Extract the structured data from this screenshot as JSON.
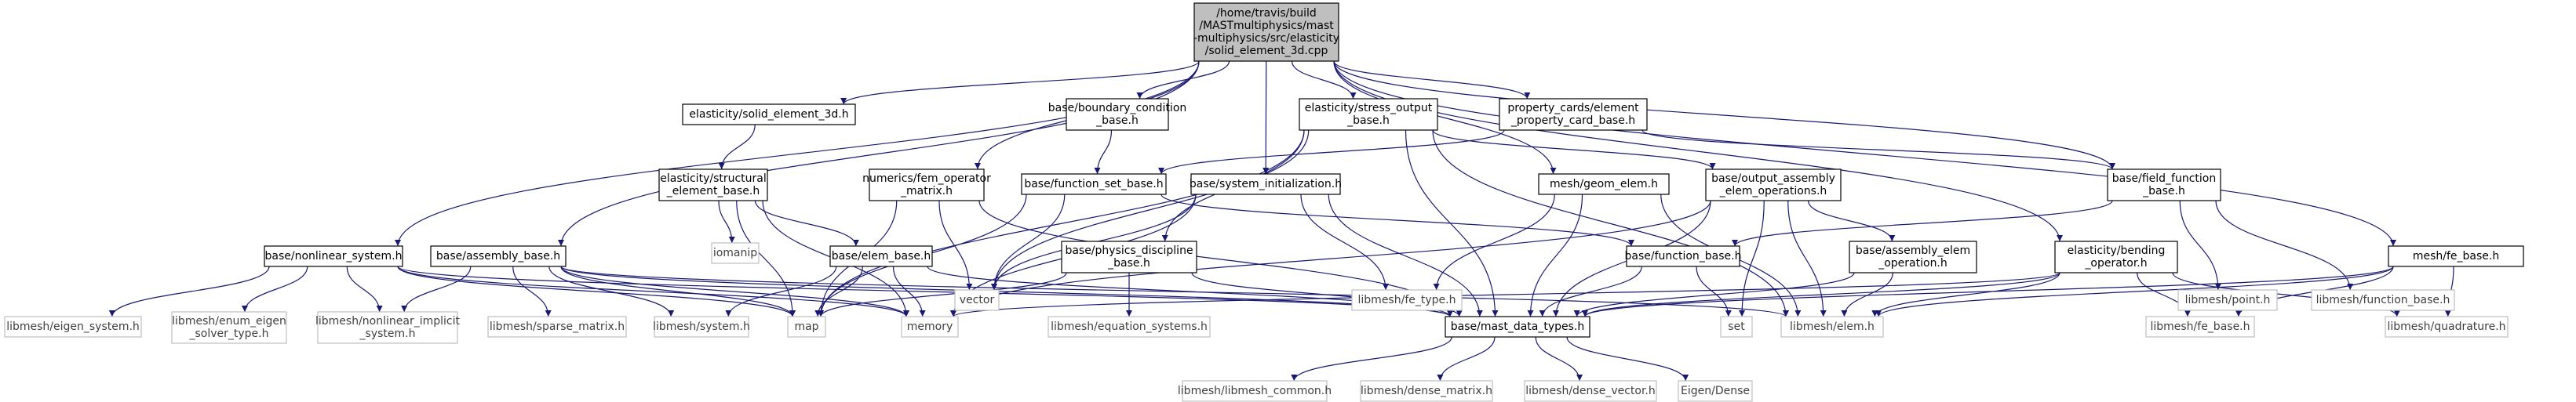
{
  "nodes": [
    {
      "id": "root",
      "kind": "root",
      "lines": [
        "/home/travis/build",
        "/MASTmultiphysics/mast",
        "-multiphysics/src/elasticity",
        "/solid_element_3d.cpp"
      ]
    },
    {
      "id": "solid3d",
      "kind": "internal",
      "lines": [
        "elasticity/solid_element_3d.h"
      ]
    },
    {
      "id": "bcbase",
      "kind": "internal",
      "lines": [
        "base/boundary_condition",
        "_base.h"
      ]
    },
    {
      "id": "stressout",
      "kind": "internal",
      "lines": [
        "elasticity/stress_output",
        "_base.h"
      ]
    },
    {
      "id": "propcard",
      "kind": "internal",
      "lines": [
        "property_cards/element",
        "_property_card_base.h"
      ]
    },
    {
      "id": "structbase",
      "kind": "internal",
      "lines": [
        "elasticity/structural",
        "_element_base.h"
      ]
    },
    {
      "id": "femop",
      "kind": "internal",
      "lines": [
        "numerics/fem_operator",
        "_matrix.h"
      ]
    },
    {
      "id": "funcset",
      "kind": "internal",
      "lines": [
        "base/function_set_base.h"
      ]
    },
    {
      "id": "sysinit",
      "kind": "internal",
      "lines": [
        "base/system_initialization.h"
      ]
    },
    {
      "id": "geomelem",
      "kind": "internal",
      "lines": [
        "mesh/geom_elem.h"
      ]
    },
    {
      "id": "outassm",
      "kind": "internal",
      "lines": [
        "base/output_assembly",
        "_elem_operations.h"
      ]
    },
    {
      "id": "fieldfn",
      "kind": "internal",
      "lines": [
        "base/field_function",
        "_base.h"
      ]
    },
    {
      "id": "nonlin",
      "kind": "internal",
      "lines": [
        "base/nonlinear_system.h"
      ]
    },
    {
      "id": "assmbase",
      "kind": "internal",
      "lines": [
        "base/assembly_base.h"
      ]
    },
    {
      "id": "elembase",
      "kind": "internal",
      "lines": [
        "base/elem_base.h"
      ]
    },
    {
      "id": "physdisc",
      "kind": "internal",
      "lines": [
        "base/physics_discipline",
        "_base.h"
      ]
    },
    {
      "id": "funcbase",
      "kind": "internal",
      "lines": [
        "base/function_base.h"
      ]
    },
    {
      "id": "assmelemop",
      "kind": "internal",
      "lines": [
        "base/assembly_elem",
        "_operation.h"
      ]
    },
    {
      "id": "bending",
      "kind": "internal",
      "lines": [
        "elasticity/bending",
        "_operator.h"
      ]
    },
    {
      "id": "febase",
      "kind": "internal",
      "lines": [
        "mesh/fe_base.h"
      ]
    },
    {
      "id": "mastdt",
      "kind": "internal",
      "lines": [
        "base/mast_data_types.h"
      ]
    },
    {
      "id": "iomanip",
      "kind": "external",
      "lines": [
        "iomanip"
      ]
    },
    {
      "id": "vector",
      "kind": "external",
      "lines": [
        "vector"
      ]
    },
    {
      "id": "lfetype",
      "kind": "external",
      "lines": [
        "libmesh/fe_type.h"
      ]
    },
    {
      "id": "lpoint",
      "kind": "external",
      "lines": [
        "libmesh/point.h"
      ]
    },
    {
      "id": "lfuncbase",
      "kind": "external",
      "lines": [
        "libmesh/function_base.h"
      ]
    },
    {
      "id": "leigen",
      "kind": "external",
      "lines": [
        "libmesh/eigen_system.h"
      ]
    },
    {
      "id": "lenum",
      "kind": "external",
      "lines": [
        "libmesh/enum_eigen",
        "_solver_type.h"
      ]
    },
    {
      "id": "lnonimp",
      "kind": "external",
      "lines": [
        "libmesh/nonlinear_implicit",
        "_system.h"
      ]
    },
    {
      "id": "lsparse",
      "kind": "external",
      "lines": [
        "libmesh/sparse_matrix.h"
      ]
    },
    {
      "id": "lsystem",
      "kind": "external",
      "lines": [
        "libmesh/system.h"
      ]
    },
    {
      "id": "map",
      "kind": "external",
      "lines": [
        "map"
      ]
    },
    {
      "id": "memory",
      "kind": "external",
      "lines": [
        "memory"
      ]
    },
    {
      "id": "leqsys",
      "kind": "external",
      "lines": [
        "libmesh/equation_systems.h"
      ]
    },
    {
      "id": "set",
      "kind": "external",
      "lines": [
        "set"
      ]
    },
    {
      "id": "lelem",
      "kind": "external",
      "lines": [
        "libmesh/elem.h"
      ]
    },
    {
      "id": "lfebase",
      "kind": "external",
      "lines": [
        "libmesh/fe_base.h"
      ]
    },
    {
      "id": "lquad",
      "kind": "external",
      "lines": [
        "libmesh/quadrature.h"
      ]
    },
    {
      "id": "lcommon",
      "kind": "external",
      "lines": [
        "libmesh/libmesh_common.h"
      ]
    },
    {
      "id": "ldmatrix",
      "kind": "external",
      "lines": [
        "libmesh/dense_matrix.h"
      ]
    },
    {
      "id": "ldvector",
      "kind": "external",
      "lines": [
        "libmesh/dense_vector.h"
      ]
    },
    {
      "id": "eigendense",
      "kind": "external",
      "lines": [
        "Eigen/Dense"
      ]
    }
  ],
  "edges": [
    [
      "root",
      "solid3d"
    ],
    [
      "root",
      "bcbase"
    ],
    [
      "root",
      "stressout"
    ],
    [
      "root",
      "propcard"
    ],
    [
      "root",
      "femop"
    ],
    [
      "root",
      "sysinit"
    ],
    [
      "root",
      "geomelem"
    ],
    [
      "root",
      "fieldfn"
    ],
    [
      "root",
      "nonlin"
    ],
    [
      "root",
      "assmbase"
    ],
    [
      "root",
      "bending"
    ],
    [
      "root",
      "febase"
    ],
    [
      "solid3d",
      "structbase"
    ],
    [
      "bcbase",
      "funcset"
    ],
    [
      "stressout",
      "outassm"
    ],
    [
      "stressout",
      "vector"
    ],
    [
      "stressout",
      "map"
    ],
    [
      "stressout",
      "mastdt"
    ],
    [
      "stressout",
      "lelem"
    ],
    [
      "stressout",
      "physdisc"
    ],
    [
      "propcard",
      "funcset"
    ],
    [
      "propcard",
      "fieldfn"
    ],
    [
      "structbase",
      "elembase"
    ],
    [
      "structbase",
      "iomanip"
    ],
    [
      "structbase",
      "map"
    ],
    [
      "structbase",
      "memory"
    ],
    [
      "femop",
      "vector"
    ],
    [
      "femop",
      "mastdt"
    ],
    [
      "femop",
      "map"
    ],
    [
      "funcset",
      "vector"
    ],
    [
      "funcset",
      "map"
    ],
    [
      "funcset",
      "funcbase"
    ],
    [
      "sysinit",
      "vector"
    ],
    [
      "sysinit",
      "memory"
    ],
    [
      "sysinit",
      "mastdt"
    ],
    [
      "sysinit",
      "lfetype"
    ],
    [
      "geomelem",
      "mastdt"
    ],
    [
      "geomelem",
      "lelem"
    ],
    [
      "geomelem",
      "lfetype"
    ],
    [
      "outassm",
      "assmelemop"
    ],
    [
      "outassm",
      "mastdt"
    ],
    [
      "outassm",
      "set"
    ],
    [
      "outassm",
      "memory"
    ],
    [
      "outassm",
      "lelem"
    ],
    [
      "fieldfn",
      "funcbase"
    ],
    [
      "fieldfn",
      "lpoint"
    ],
    [
      "fieldfn",
      "lfuncbase"
    ],
    [
      "nonlin",
      "leigen"
    ],
    [
      "nonlin",
      "lenum"
    ],
    [
      "nonlin",
      "lnonimp"
    ],
    [
      "nonlin",
      "map"
    ],
    [
      "nonlin",
      "memory"
    ],
    [
      "nonlin",
      "mastdt"
    ],
    [
      "assmbase",
      "lsparse"
    ],
    [
      "assmbase",
      "lsystem"
    ],
    [
      "assmbase",
      "lnonimp"
    ],
    [
      "assmbase",
      "map"
    ],
    [
      "assmbase",
      "memory"
    ],
    [
      "assmbase",
      "mastdt"
    ],
    [
      "assmbase",
      "lelem"
    ],
    [
      "elembase",
      "mastdt"
    ],
    [
      "elembase",
      "map"
    ],
    [
      "elembase",
      "memory"
    ],
    [
      "elembase",
      "lsystem"
    ],
    [
      "physdisc",
      "mastdt"
    ],
    [
      "physdisc",
      "leqsys"
    ],
    [
      "physdisc",
      "map"
    ],
    [
      "funcbase",
      "mastdt"
    ],
    [
      "funcbase",
      "set"
    ],
    [
      "assmelemop",
      "mastdt"
    ],
    [
      "assmelemop",
      "lelem"
    ],
    [
      "bending",
      "mastdt"
    ],
    [
      "bending",
      "lelem"
    ],
    [
      "bending",
      "lfebase"
    ],
    [
      "bending",
      "lquad"
    ],
    [
      "bending",
      "memory"
    ],
    [
      "febase",
      "mastdt"
    ],
    [
      "febase",
      "lelem"
    ],
    [
      "febase",
      "lfebase"
    ],
    [
      "febase",
      "lquad"
    ],
    [
      "mastdt",
      "lcommon"
    ],
    [
      "mastdt",
      "ldmatrix"
    ],
    [
      "mastdt",
      "ldvector"
    ],
    [
      "mastdt",
      "eigendense"
    ]
  ],
  "colors": {
    "edge": "#191970",
    "root_fill": "#bfbfbf",
    "external_border": "#bfbfbf",
    "external_text": "#404040"
  }
}
